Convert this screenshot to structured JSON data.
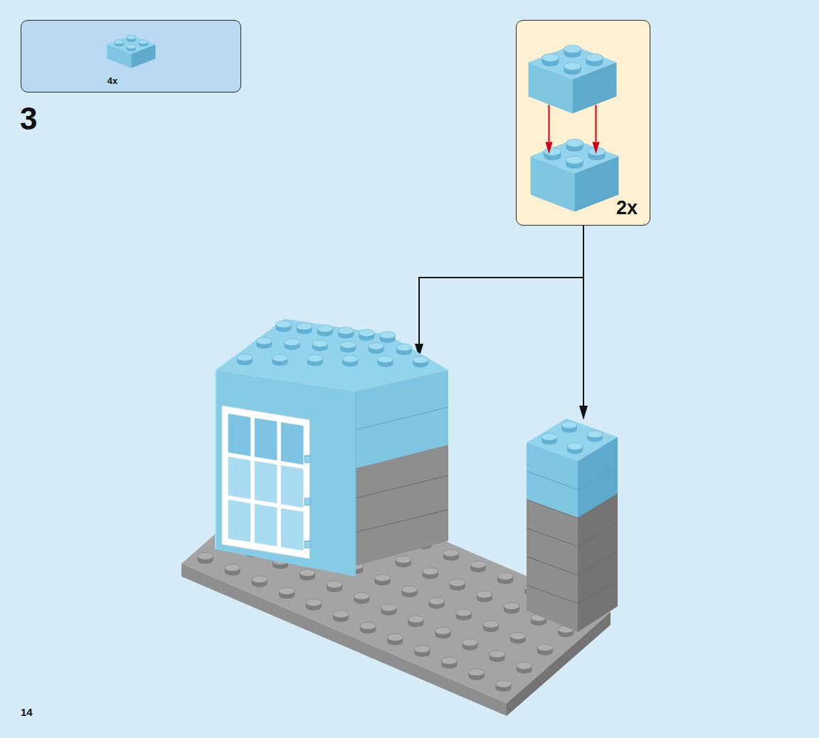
{
  "diagram": {
    "nodes": [
      {
        "text": [
          "4x"
        ]
      },
      {
        "text": [
          "2x"
        ]
      }
    ],
    "labels": [
      "3",
      "14"
    ]
  }
}
